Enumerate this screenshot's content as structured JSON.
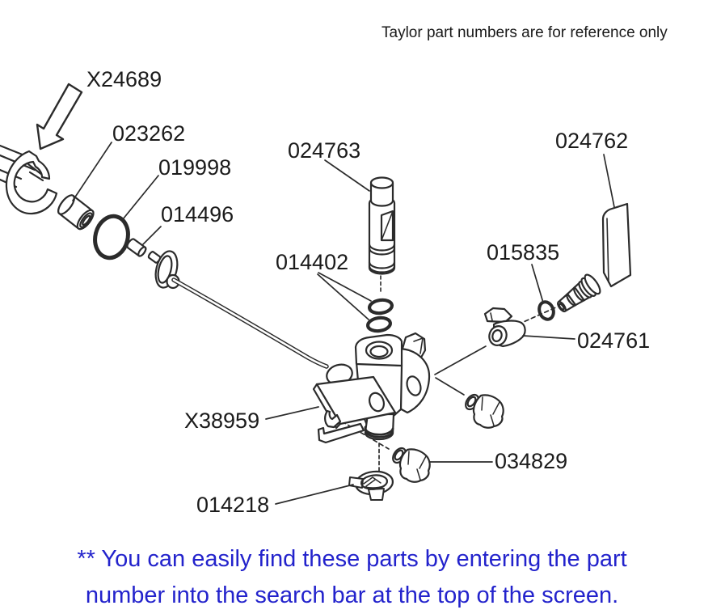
{
  "note": {
    "text": "Taylor part numbers are for reference only"
  },
  "parts": [
    {
      "label": "X24689"
    },
    {
      "label": "023262"
    },
    {
      "label": "019998"
    },
    {
      "label": "014496"
    },
    {
      "label": "024763"
    },
    {
      "label": "014402"
    },
    {
      "label": "024762"
    },
    {
      "label": "015835"
    },
    {
      "label": "024761"
    },
    {
      "label": "X38959"
    },
    {
      "label": "034829"
    },
    {
      "label": "014218"
    }
  ],
  "footer": {
    "line1": "** You can easily find these parts by entering the part",
    "line2": "number into the search bar at the top of the screen.",
    "accent_color": "#2323CC"
  },
  "colors": {
    "line": "#2b2b2b",
    "text": "#1b1b1b",
    "background": "#ffffff"
  }
}
